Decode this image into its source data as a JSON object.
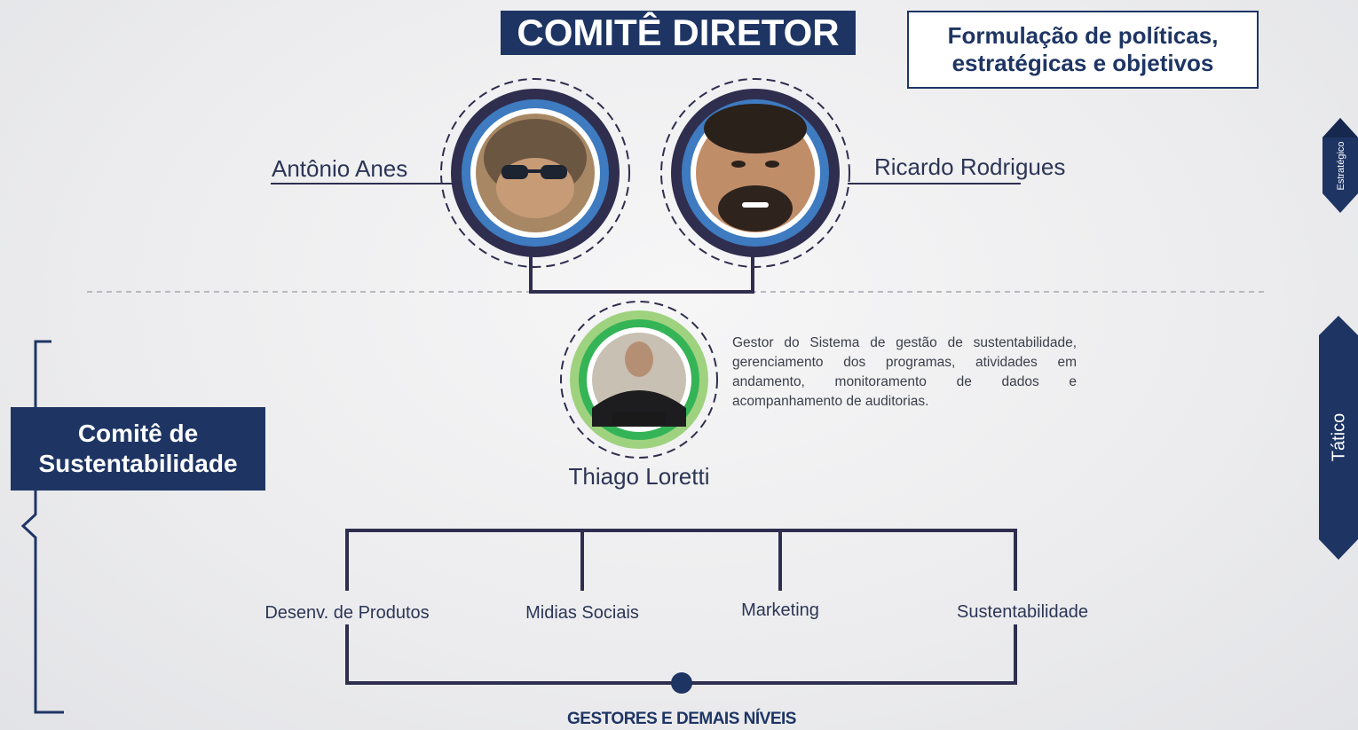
{
  "header": {
    "title": "COMITÊ DIRETOR",
    "policy_lines": [
      "Formulação de políticas,",
      "estratégicas e objetivos"
    ]
  },
  "directors": [
    {
      "name": "Antônio Anes",
      "photo_icon": "person-photo-icon"
    },
    {
      "name": "Ricardo Rodrigues",
      "photo_icon": "person-photo-icon"
    }
  ],
  "manager": {
    "name": "Thiago Loretti",
    "description": "Gestor do Sistema de gestão de sustentabilidade, gerenciamento dos programas, atividades em andamento, monitoramento de dados e acompanhamento de auditorias."
  },
  "committee": {
    "lines": [
      "Comitê de",
      "Sustentabilidade"
    ]
  },
  "departments": [
    "Desenv. de Produtos",
    "Midias Sociais",
    "Marketing",
    "Sustentabilidade"
  ],
  "footer": "GESTORES E DEMAIS NÍVEIS",
  "side_levels": {
    "strategic": "Estratégico",
    "tactical": "Tático"
  },
  "colors": {
    "navy": "#1e3564",
    "dark_ring": "#2f2e4f",
    "blue_ring": "#3e7bc0",
    "green_light": "#9fd27f",
    "green_dark": "#34b457"
  }
}
